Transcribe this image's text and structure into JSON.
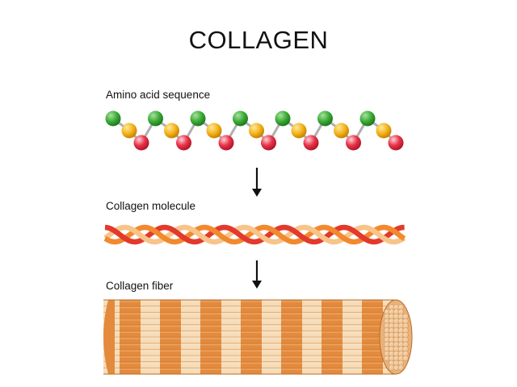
{
  "title": "COLLAGEN",
  "stages": [
    {
      "label": "Amino acid sequence"
    },
    {
      "label": "Collagen molecule"
    },
    {
      "label": "Collagen fiber"
    }
  ],
  "colors": {
    "amino_green": "#3aa935",
    "amino_yellow": "#f2b21a",
    "amino_red": "#e8354a",
    "bond": "#b0b0b0",
    "helix_red": "#e23a2c",
    "helix_orange": "#f2892e",
    "helix_light": "#f7c48a",
    "fiber_orange": "#e38a3c",
    "fiber_cream": "#f6dcb8",
    "arrow": "#111111"
  }
}
